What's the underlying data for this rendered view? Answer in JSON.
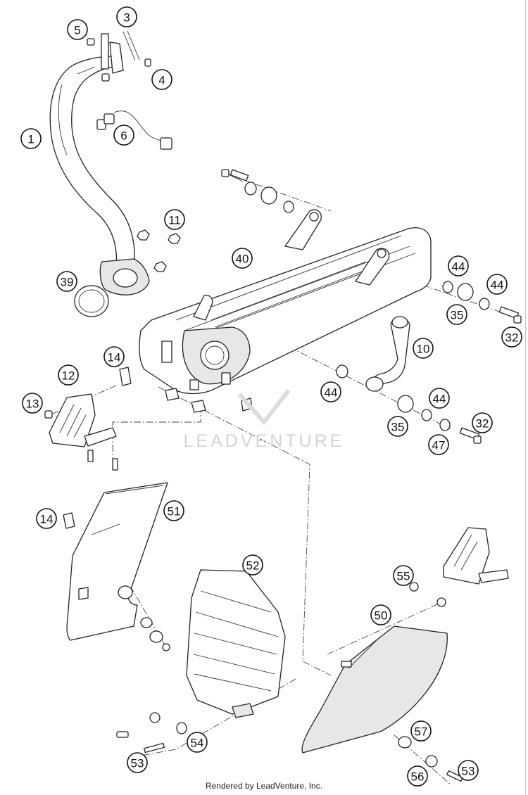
{
  "watermark": "LEADVENTURE",
  "footer": "Rendered by LeadVenture, Inc.",
  "callouts": [
    {
      "id": "c5",
      "label": "5"
    },
    {
      "id": "c3",
      "label": "3"
    },
    {
      "id": "c4",
      "label": "4"
    },
    {
      "id": "c1",
      "label": "1"
    },
    {
      "id": "c6",
      "label": "6"
    },
    {
      "id": "c11",
      "label": "11"
    },
    {
      "id": "c39",
      "label": "39"
    },
    {
      "id": "c40",
      "label": "40"
    },
    {
      "id": "c44a",
      "label": "44"
    },
    {
      "id": "c44b",
      "label": "44"
    },
    {
      "id": "c35a",
      "label": "35"
    },
    {
      "id": "c32a",
      "label": "32"
    },
    {
      "id": "c10",
      "label": "10"
    },
    {
      "id": "c14a",
      "label": "14"
    },
    {
      "id": "c12",
      "label": "12"
    },
    {
      "id": "c13",
      "label": "13"
    },
    {
      "id": "c44c",
      "label": "44"
    },
    {
      "id": "c44d",
      "label": "44"
    },
    {
      "id": "c35b",
      "label": "35"
    },
    {
      "id": "c32b",
      "label": "32"
    },
    {
      "id": "c47",
      "label": "47"
    },
    {
      "id": "c14b",
      "label": "14"
    },
    {
      "id": "c51",
      "label": "51"
    },
    {
      "id": "c52",
      "label": "52"
    },
    {
      "id": "c55",
      "label": "55"
    },
    {
      "id": "c50",
      "label": "50"
    },
    {
      "id": "c57",
      "label": "57"
    },
    {
      "id": "c54",
      "label": "54"
    },
    {
      "id": "c53a",
      "label": "53"
    },
    {
      "id": "c56",
      "label": "56"
    },
    {
      "id": "c53b",
      "label": "53"
    }
  ]
}
